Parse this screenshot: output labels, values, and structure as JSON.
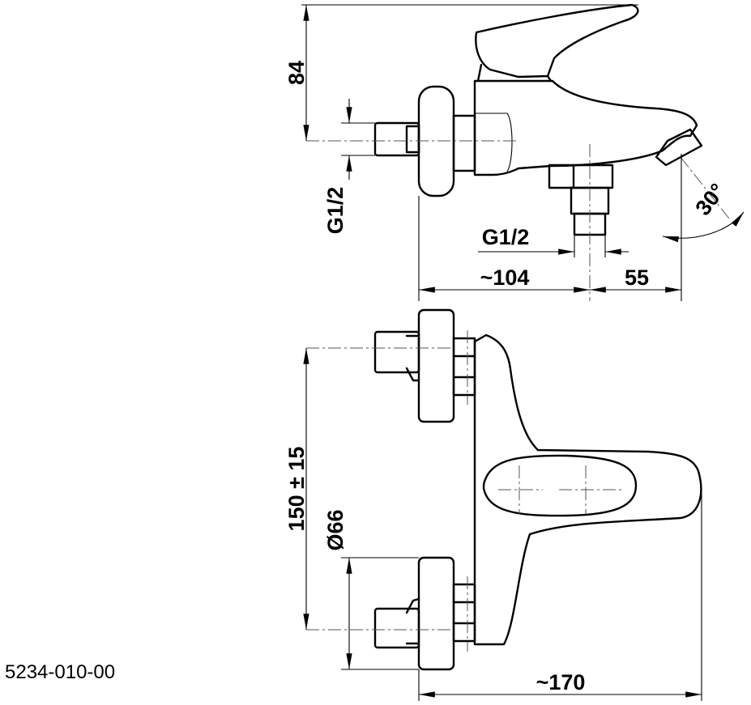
{
  "drawing": {
    "product_code": "5234-010-00",
    "dimensions": {
      "top_height": "84",
      "inlet_thread_side": "G1/2",
      "outlet_thread": "G1/2",
      "projection": "~104",
      "spout_offset": "55",
      "spout_angle": "30°",
      "inlet_spacing": "150 ± 15",
      "flange_diameter": "Ø66",
      "overall_length": "~170"
    }
  }
}
